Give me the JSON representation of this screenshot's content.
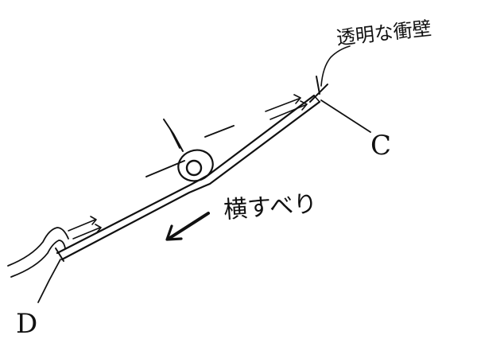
{
  "labels": {
    "wall": "透明な衝壁",
    "sideslip": "横すべり",
    "point_c": "C",
    "point_d": "D"
  }
}
